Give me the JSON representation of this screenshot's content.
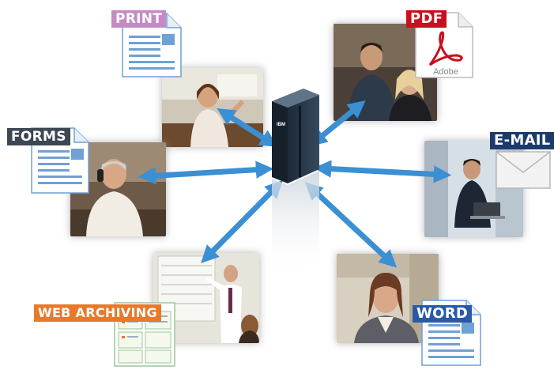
{
  "labels": {
    "print": "PRINT",
    "pdf": "PDF",
    "forms": "FORMS",
    "email": "E-MAIL",
    "web_archiving": "WEB ARCHIVING",
    "word": "WORD"
  },
  "server_brand": "IBM",
  "pdf_brand": "Adobe",
  "colors": {
    "print": "#c48bc3",
    "pdf": "#c8101e",
    "forms": "#3c4752",
    "email": "#1d3a6c",
    "web_archiving": "#e8792a",
    "word": "#2a5aa6",
    "arrow": "#3b8fd3",
    "document": "#6fa0d6"
  }
}
